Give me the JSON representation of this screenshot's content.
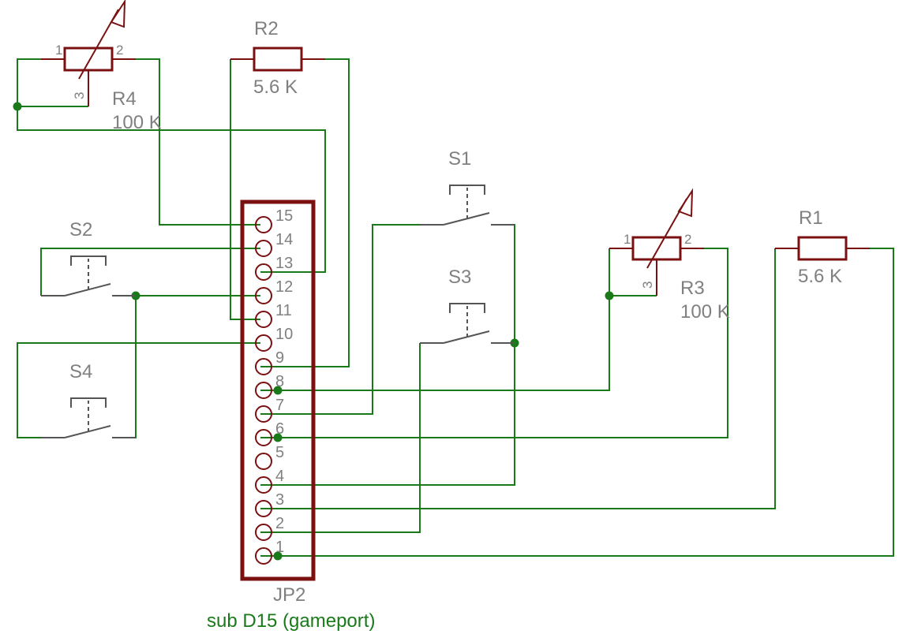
{
  "connector": {
    "name": "JP2",
    "caption": "sub D15 (gameport)",
    "pins": [
      "1",
      "2",
      "3",
      "4",
      "5",
      "6",
      "7",
      "8",
      "9",
      "10",
      "11",
      "12",
      "13",
      "14",
      "15"
    ]
  },
  "resistors": {
    "r1": {
      "name": "R1",
      "value": "5.6 K"
    },
    "r2": {
      "name": "R2",
      "value": "5.6 K"
    }
  },
  "potentiometers": {
    "r3": {
      "name": "R3",
      "value": "100 K",
      "pin1": "1",
      "pin2": "2",
      "pin3": "3"
    },
    "r4": {
      "name": "R4",
      "value": "100 K",
      "pin1": "1",
      "pin2": "2",
      "pin3": "3"
    }
  },
  "switches": {
    "s1": {
      "name": "S1"
    },
    "s2": {
      "name": "S2"
    },
    "s3": {
      "name": "S3"
    },
    "s4": {
      "name": "S4"
    }
  },
  "colors": {
    "wire": "#1a7a1a",
    "component": "#7a1010",
    "label": "#808080"
  }
}
